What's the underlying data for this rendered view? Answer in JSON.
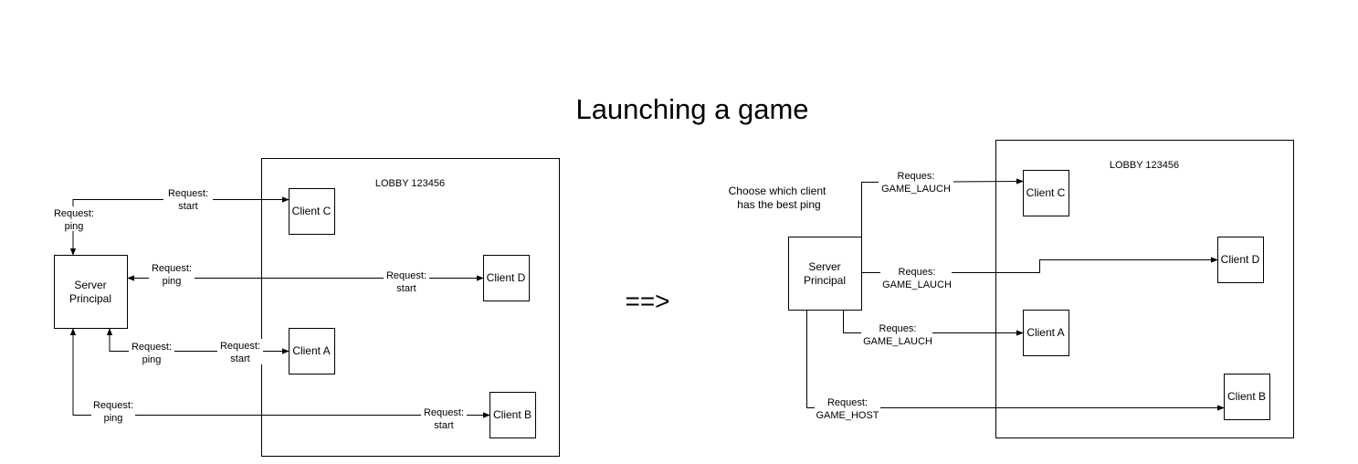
{
  "title": "Launching a game",
  "transition": "==>",
  "left": {
    "lobby": "LOBBY 123456",
    "server": [
      "Server",
      "Principal"
    ],
    "clients": {
      "c": "Client C",
      "d": "Client D",
      "a": "Client A",
      "b": "Client B"
    },
    "req_start": [
      "Request:",
      "start"
    ],
    "req_ping": [
      "Request:",
      "ping"
    ]
  },
  "right": {
    "lobby": "LOBBY 123456",
    "server": [
      "Server",
      "Principal"
    ],
    "note": [
      "Choose which client",
      "has the best ping"
    ],
    "clients": {
      "c": "Client C",
      "d": "Client D",
      "a": "Client A",
      "b": "Client B"
    },
    "req_launch": [
      "Reques:",
      "GAME_LAUCH"
    ],
    "req_host": [
      "Request:",
      "GAME_HOST"
    ]
  }
}
